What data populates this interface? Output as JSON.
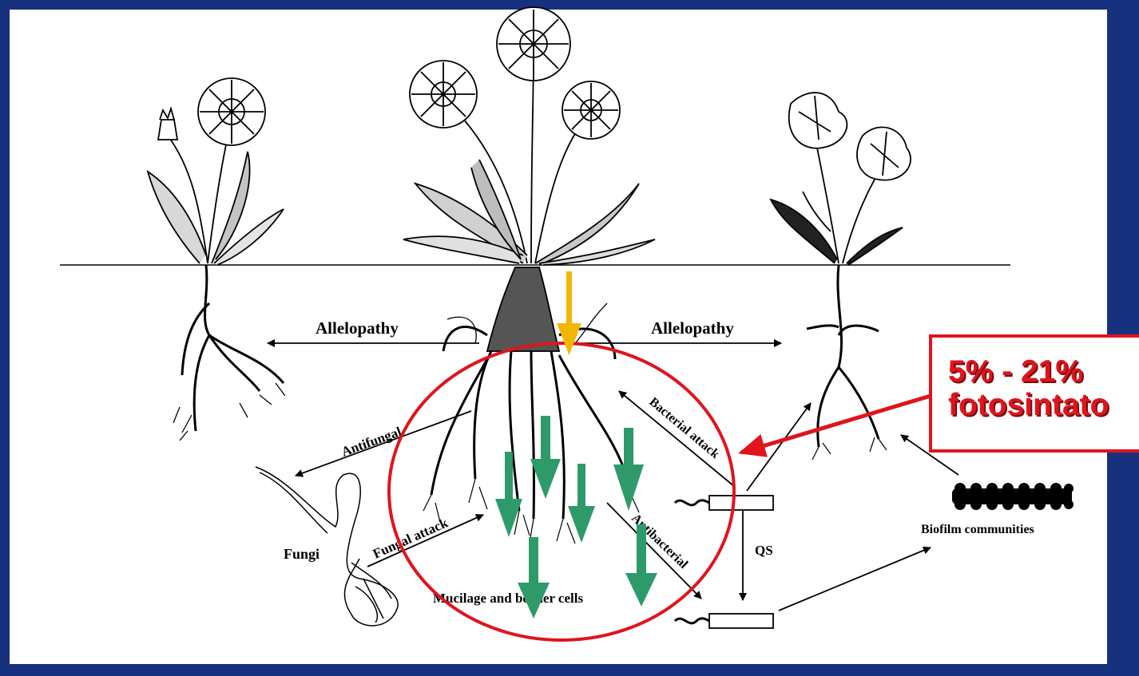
{
  "diagram": {
    "labels": {
      "allelopathy_left": "Allelopathy",
      "allelopathy_right": "Allelopathy",
      "antifungal": "Antifungal",
      "bacterial_attack": "Bacterial attack",
      "fungal_attack": "Fungal attack",
      "antibacterial": "Antibacterial",
      "fungi": "Fungi",
      "qs": "QS",
      "biofilm": "Biofilm communities",
      "mucilage": "Mucilage and border cells"
    },
    "callout": {
      "line1": "5% - 21%",
      "line2": "fotosintato"
    },
    "colors": {
      "background": "#18317e",
      "panel": "#ffffff",
      "highlight_red": "#e0141c",
      "exudate_green": "#2e9a6a",
      "carbon_yellow": "#f2b705"
    }
  }
}
